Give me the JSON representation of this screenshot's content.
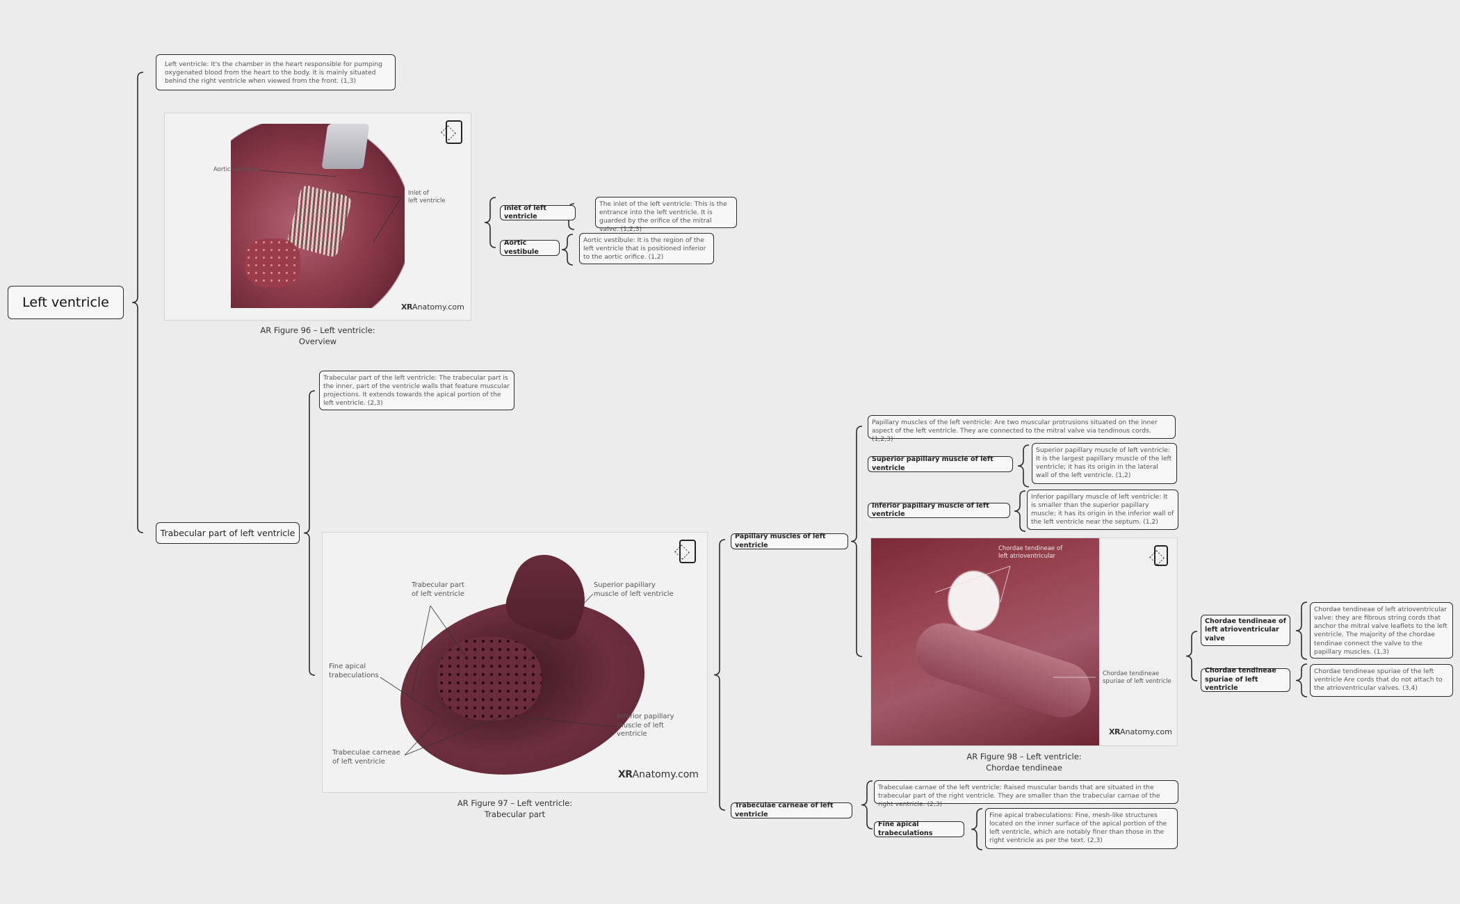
{
  "root": {
    "label": "Left ventricle"
  },
  "overview_description": "Left ventricle: It's the chamber in the heart responsible for pumping oxygenated blood from the heart to the body. It is mainly situated behind the right ventricle when viewed from the front. (1,3)",
  "figure96": {
    "caption_line1": "AR Figure 96 – Left ventricle:",
    "caption_line2": "Overview",
    "labels": {
      "aortic_vestibule": "Aortic vestibule",
      "inlet_line1": "Inlet of",
      "inlet_line2": "left ventricle"
    },
    "watermark_bold": "XR",
    "watermark_rest": "Anatomy.com",
    "icon": "ar-cube-phone-icon",
    "children": [
      {
        "label": "Inlet of left ventricle",
        "description": "The inlet of the left ventricle: This is the entrance into the left ventricle. It is guarded by the orifice of the mitral valve. (1,2,3)"
      },
      {
        "label": "Aortic vestibule",
        "description": "Aortic vestibule: It is the region of the left ventricle that is positioned inferior to the aortic orifice. (1,2)"
      }
    ]
  },
  "trabecular": {
    "label": "Trabecular part of left ventricle",
    "description": "Trabecular part of the left ventricle: The trabecular part is the inner, part of the ventricle walls that feature muscular projections. It extends towards the apical portion of the left ventricle. (2,3)"
  },
  "figure97": {
    "caption_line1": "AR Figure 97 – Left ventricle:",
    "caption_line2": "Trabecular part",
    "labels": {
      "trabecular_l1": "Trabecular part",
      "trabecular_l2": "of left ventricle",
      "superior_l1": "Superior papillary",
      "superior_l2": "muscle of left ventricle",
      "fine_l1": "Fine apical",
      "fine_l2": "trabeculations",
      "inferior_l1": "Inferior papillary",
      "inferior_l2": "muscle of left",
      "inferior_l3": "ventricle",
      "carneae_l1": "Trabeculae carneae",
      "carneae_l2": "of left ventricle"
    },
    "watermark_bold": "XR",
    "watermark_rest": "Anatomy.com"
  },
  "papillary": {
    "label": "Papillary muscles of left ventricle",
    "description": "Papillary muscles of the left ventricle: Are two muscular protrusions situated on the inner aspect of the left ventricle. They are connected to the mitral valve via tendinous cords. (1,2,3)",
    "superior": {
      "label": "Superior papillary muscle of left ventricle",
      "description": "Superior papillary muscle of left ventricle: It is the largest papillary muscle of the left ventricle; it has its origin in the lateral wall of the left ventricle. (1,2)"
    },
    "inferior": {
      "label": "Inferior papillary muscle of left ventricle",
      "description": "Inferior papillary muscle of left ventricle: It is smaller than the superior papillary muscle; it has its origin in the inferior wall of the left ventricle near the septum. (1,2)"
    }
  },
  "figure98": {
    "caption_line1": "AR Figure 98 – Left ventricle:",
    "caption_line2": "Chordae tendineae",
    "labels": {
      "av_l1": "Chordae tendineae of",
      "av_l2": "left atrioventricular",
      "sp_l1": "Chordae tendineae",
      "sp_l2": "spuriae of left ventricle"
    },
    "watermark_bold": "XR",
    "watermark_rest": "Anatomy.com",
    "children": [
      {
        "label": "Chordae tendineae of left atrioventricular valve",
        "description": "Chordae tendineae of left atrioventricular valve: they are fibrous string cords that anchor the mitral valve leaflets to the left ventricle. The majority of the chordae tendinae connect the valve to the papillary muscles. (1,3)"
      },
      {
        "label": "Chordae tendineae spuriae of left ventricle",
        "description": "Chordae tendineae spuriae of the left ventricle Are cords that do not attach to the atrioventricular valves. (3,4)"
      }
    ]
  },
  "carneae": {
    "label": "Trabeculae carneae of left ventricle",
    "description": "Trabeculae carnae of the left ventricle: Raised muscular bands that are situated in the trabecular part of the right ventricle. They are smaller than the trabecular carnae of the right ventricle. (2,3)",
    "fine": {
      "label": "Fine apical trabeculations",
      "description": "Fine apical trabeculations: Fine, mesh-like structures located on the inner surface of the apical portion of the left ventricle, which are notably finer than those in the right ventricle as per the text. (2,3)"
    }
  },
  "colors": {
    "background": "#ececec",
    "node_fill": "#f7f7f7",
    "node_border": "#2a2a2a",
    "tissue": "#7a2f3e"
  }
}
